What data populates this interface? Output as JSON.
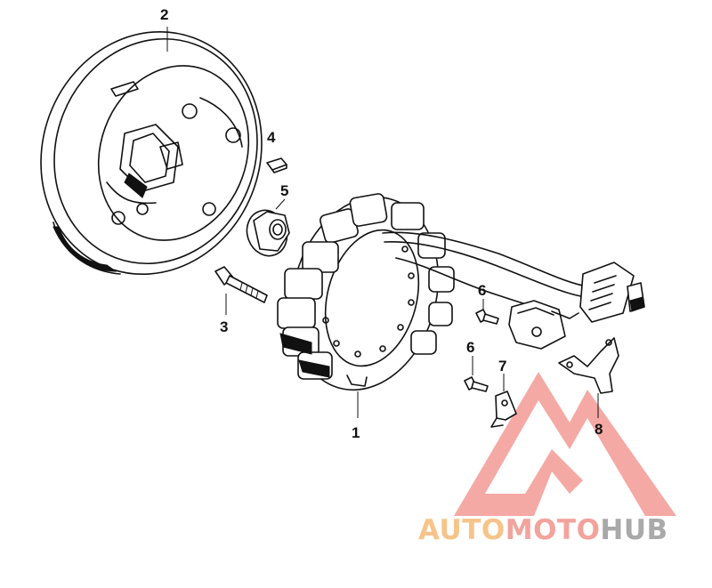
{
  "callouts": [
    {
      "id": "1",
      "label": "1"
    },
    {
      "id": "2",
      "label": "2"
    },
    {
      "id": "3",
      "label": "3"
    },
    {
      "id": "4",
      "label": "4"
    },
    {
      "id": "5",
      "label": "5"
    },
    {
      "id": "6a",
      "label": "6"
    },
    {
      "id": "6b",
      "label": "6"
    },
    {
      "id": "7",
      "label": "7"
    },
    {
      "id": "8",
      "label": "8"
    }
  ],
  "watermark": {
    "part_auto": "AUTO",
    "part_moto": "MOTO",
    "part_hub": "HUB",
    "colors": {
      "auto": "#f6c48a",
      "moto": "#f2a39c",
      "hub": "#a9a9a9",
      "triangle": "#f3948d"
    }
  }
}
